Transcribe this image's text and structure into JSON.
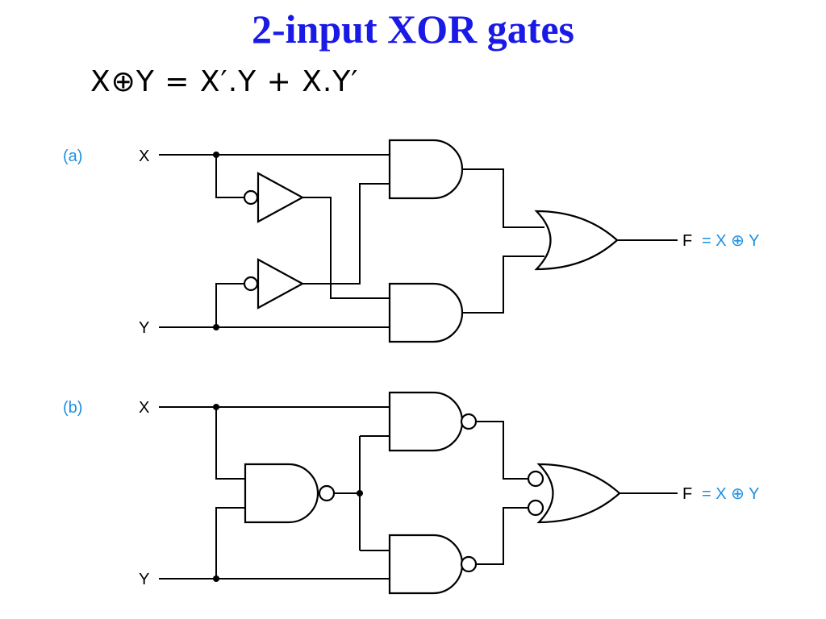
{
  "title": "2-input XOR gates",
  "formula": "X⊕Y = X′.Y + X.Y′",
  "diagrams": {
    "a": {
      "label": "(a)",
      "input_x": "X",
      "input_y": "Y",
      "output": "F",
      "output_expr": "= X ⊕ Y"
    },
    "b": {
      "label": "(b)",
      "input_x": "X",
      "input_y": "Y",
      "output": "F",
      "output_expr": "= X ⊕ Y"
    }
  },
  "colors": {
    "title": "#1a1ae6",
    "annotation": "#1e90e0"
  }
}
